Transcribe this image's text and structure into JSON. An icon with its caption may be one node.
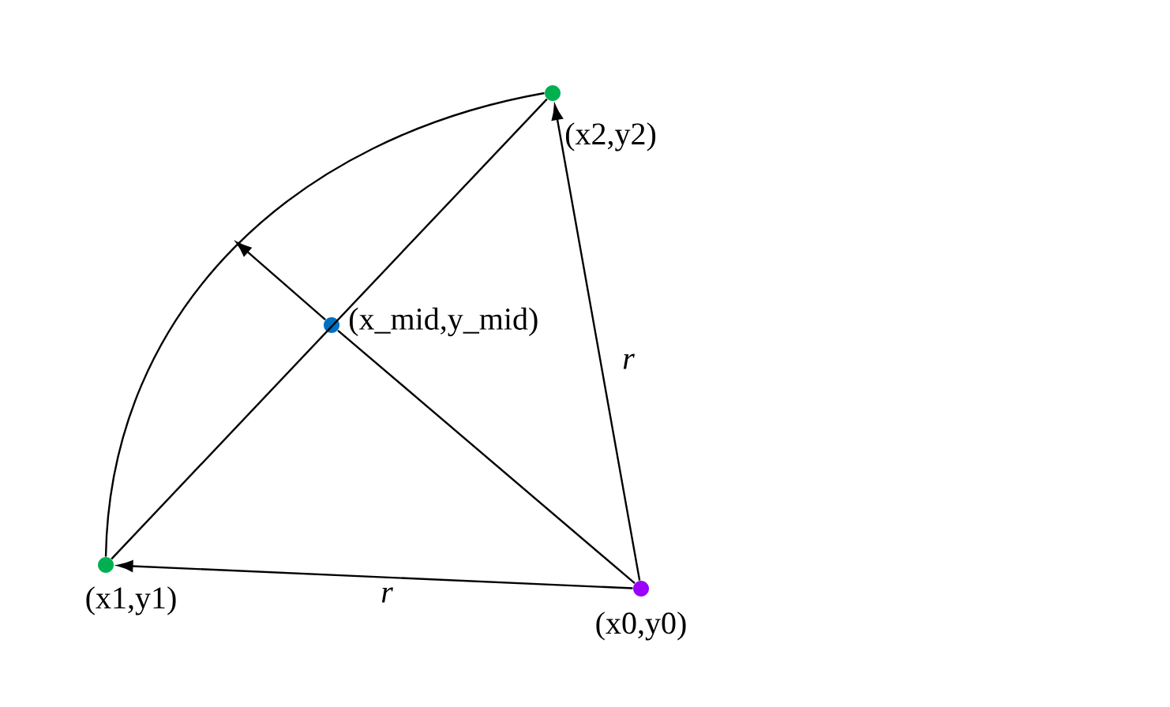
{
  "diagram": {
    "nodes": [
      {
        "text": [],
        "shape": "circle",
        "beside": [
          "(x2,y2)"
        ]
      },
      {
        "text": [],
        "shape": "circle",
        "beside": [
          "(x_mid,y_mid)"
        ]
      },
      {
        "text": [],
        "shape": "circle",
        "beside": [
          "(x1,y1)"
        ]
      },
      {
        "text": [],
        "shape": "circle",
        "beside": [
          "(x0,y0)"
        ]
      }
    ],
    "edges": [
      {
        "from": 3,
        "to": 0,
        "arrow": "to",
        "label": "r"
      },
      {
        "from": 3,
        "to": 2,
        "arrow": "to",
        "label": "r"
      },
      {
        "from": 2,
        "to": 0,
        "arrow": "none"
      },
      {
        "from": 2,
        "to": 0,
        "arrow": "none"
      },
      {
        "from": 3,
        "to": 1,
        "arrow": "none"
      },
      {
        "from": 1,
        "to": null,
        "arrow": "to"
      }
    ]
  }
}
